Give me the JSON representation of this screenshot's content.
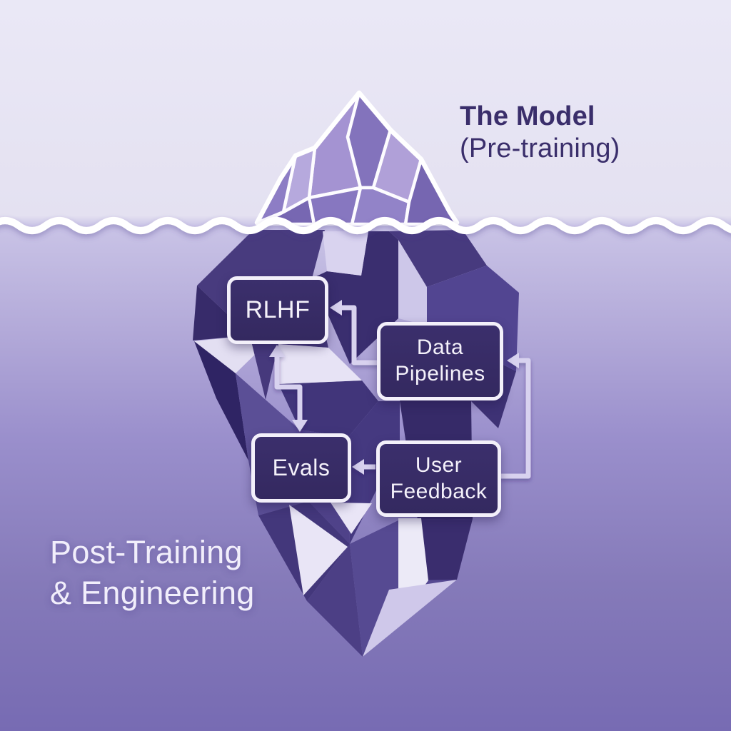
{
  "titles": {
    "above_water": {
      "line1": "The Model",
      "line2": "(Pre-training)"
    },
    "below_water": {
      "line1": "Post-Training",
      "line2": "& Engineering"
    }
  },
  "diagram": {
    "metaphor": "iceberg",
    "nodes": [
      {
        "id": "rlhf",
        "label": "RLHF"
      },
      {
        "id": "data_pipelines",
        "label": "Data Pipelines"
      },
      {
        "id": "evals",
        "label": "Evals"
      },
      {
        "id": "user_feedback",
        "label": "User Feedback"
      }
    ],
    "edges": [
      {
        "from": "data_pipelines",
        "to": "rlhf",
        "style": "elbow-arrow"
      },
      {
        "from": "rlhf",
        "to": "evals",
        "style": "elbow-arrow",
        "bidirectional": true
      },
      {
        "from": "user_feedback",
        "to": "evals",
        "style": "straight-arrow"
      },
      {
        "from": "user_feedback",
        "to": "data_pipelines",
        "style": "elbow-arrow"
      }
    ]
  },
  "colors": {
    "sky_background": "#eae8f6",
    "water_top": "#c9c3e6",
    "water_bottom": "#776bb3",
    "waterline": "#ffffff",
    "iceberg_above_light": "#b6a9dd",
    "iceberg_above_mid": "#8d7dc5",
    "iceberg_below_dark": "#3a2e6f",
    "iceberg_below_mid": "#5b4f96",
    "iceberg_facet_light": "#e7e3f5",
    "node_fill": "#372c64",
    "node_border": "#f3f0fa",
    "node_text": "#f4f1fa",
    "connector": "#d8d2ef",
    "title_above_text": "#3a2e6b",
    "title_below_text": "#f1eefb"
  }
}
